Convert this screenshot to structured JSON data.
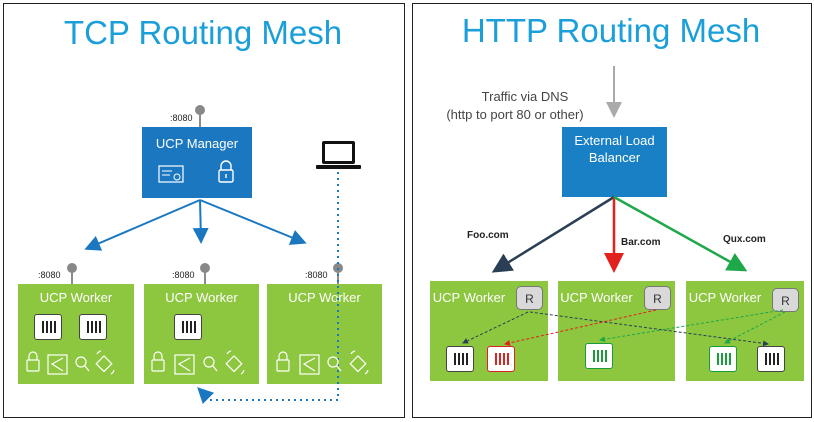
{
  "tcp": {
    "title": "TCP Routing Mesh",
    "manager_label": "UCP Manager",
    "manager_port": ":8080",
    "worker_label": "UCP Worker",
    "worker_port": ":8080"
  },
  "http": {
    "title": "HTTP Routing Mesh",
    "dns_line1": "Traffic via DNS",
    "dns_line2": "(http to port 80 or other)",
    "lb_line1": "External Load",
    "lb_line2": "Balancer",
    "route_foo": "Foo.com",
    "route_bar": "Bar.com",
    "route_qux": "Qux.com",
    "worker_label": "UCP Worker",
    "router_label": "R"
  },
  "colors": {
    "title": "#1a9fd9",
    "manager": "#1b78c0",
    "worker": "#8dc63f",
    "foo_route": "#2a3f55",
    "bar_route": "#e0211d",
    "qux_route": "#1ea84a",
    "tcp_arrow": "#1b78c0",
    "client_link": "#1b78c0"
  },
  "icons": [
    "laptop-icon",
    "certificate-icon",
    "lock-icon",
    "share-icon",
    "search-icon",
    "satellite-icon",
    "container-icon",
    "port-pin-icon"
  ]
}
